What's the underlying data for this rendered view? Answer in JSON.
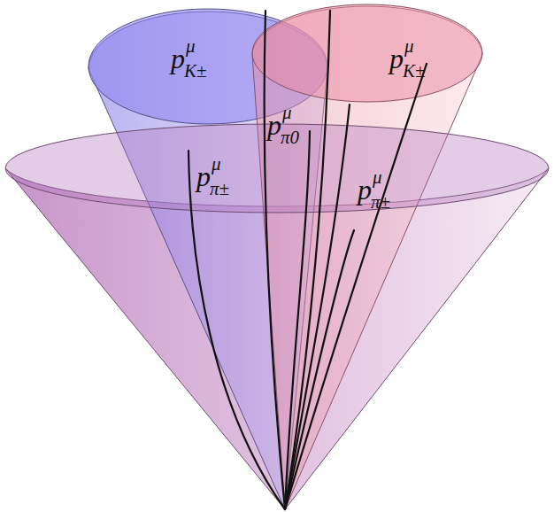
{
  "diagram": {
    "labels": [
      "p",
      "μ",
      "K±",
      "p",
      "μ",
      "K±",
      "p",
      "μ",
      "π0",
      "p",
      "μ",
      "π±",
      "p",
      "μ",
      "π±"
    ]
  }
}
